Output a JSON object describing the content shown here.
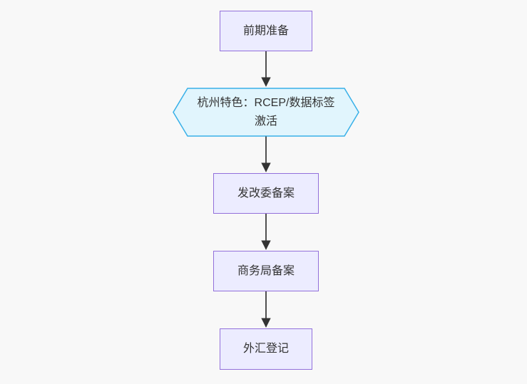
{
  "diagram": {
    "type": "flowchart-top-down",
    "nodes": [
      {
        "id": "prep",
        "shape": "rect",
        "label": "前期准备"
      },
      {
        "id": "hangzhou-feature",
        "shape": "hexagon",
        "label": "杭州特色：RCEP/数据标签激活"
      },
      {
        "id": "ndrc-filing",
        "shape": "rect",
        "label": "发改委备案"
      },
      {
        "id": "commerce-filing",
        "shape": "rect",
        "label": "商务局备案"
      },
      {
        "id": "forex-registration",
        "shape": "rect",
        "label": "外汇登记"
      }
    ],
    "edges": [
      {
        "from": "prep",
        "to": "hangzhou-feature"
      },
      {
        "from": "hangzhou-feature",
        "to": "ndrc-filing"
      },
      {
        "from": "ndrc-filing",
        "to": "commerce-filing"
      },
      {
        "from": "commerce-filing",
        "to": "forex-registration"
      }
    ],
    "colors": {
      "background": "#f8f8f8",
      "rect_fill": "#ececff",
      "rect_border": "#9370db",
      "hexagon_fill": "#e1f5fd",
      "hexagon_border": "#38b0e8",
      "edge": "#333333",
      "text": "#333333"
    }
  }
}
